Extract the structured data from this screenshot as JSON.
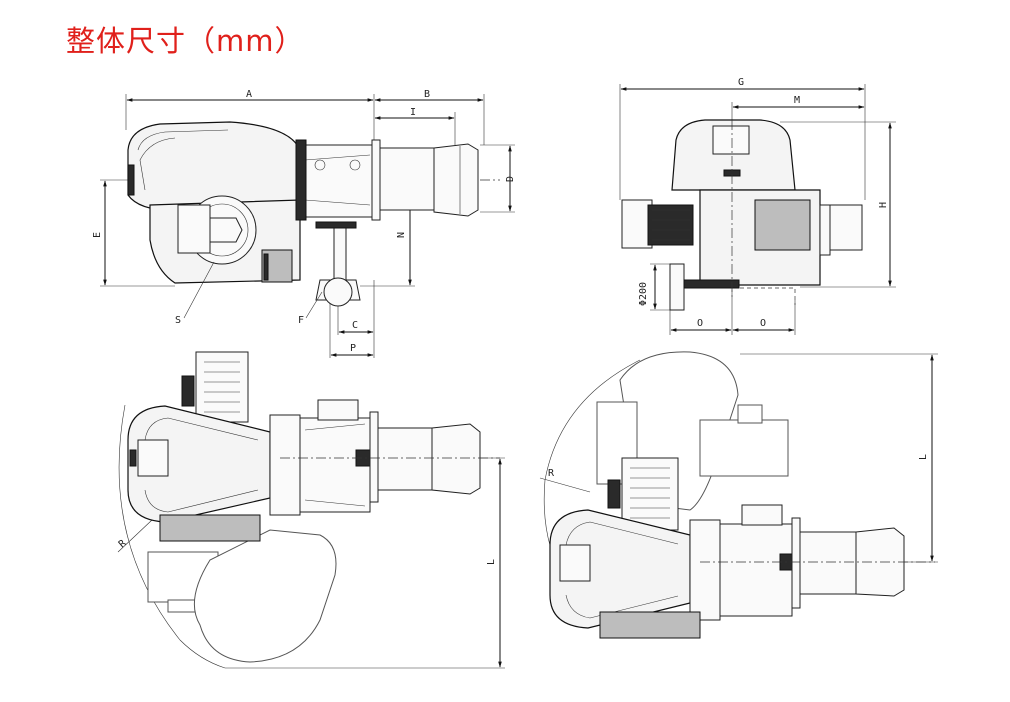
{
  "title": "整体尺寸（mm）",
  "labels": {
    "A": "A",
    "B": "B",
    "I": "I",
    "D": "D",
    "E": "E",
    "N": "N",
    "S": "S",
    "F": "F",
    "C": "C",
    "P": "P",
    "G": "G",
    "M": "M",
    "H": "H",
    "phi200": "Φ200",
    "O1": "O",
    "O2": "O",
    "R1": "R",
    "L1": "L",
    "R2": "R",
    "L2": "L"
  },
  "colors": {
    "title": "#e0201b",
    "line": "#111111"
  }
}
